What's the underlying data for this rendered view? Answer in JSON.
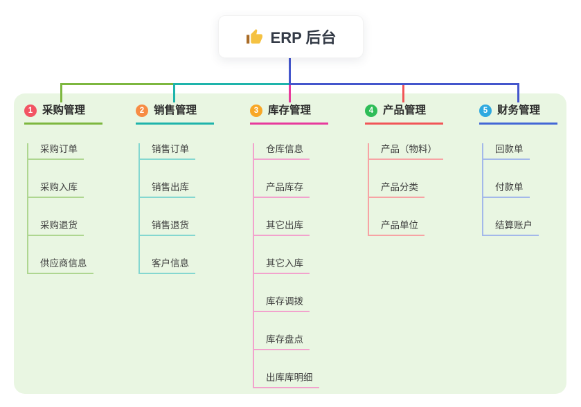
{
  "root": {
    "label": "ERP 后台",
    "icon": "thumbs-up-icon"
  },
  "colors": {
    "canvas_bg": "#ffffff",
    "panel_bg": "#e9f6e2",
    "connector": "#4456cc",
    "root_text": "#333a46",
    "node_text": "#3c3c3c",
    "thumb_hand": "#f5c242",
    "thumb_cuff": "#a96b26"
  },
  "branches": [
    {
      "number": "1",
      "label": "采购管理",
      "badge_color": "#f25463",
      "line_color": "#7db73f",
      "child_line_color": "#aed690",
      "children": [
        "采购订单",
        "采购入库",
        "采购退货",
        "供应商信息"
      ]
    },
    {
      "number": "2",
      "label": "销售管理",
      "badge_color": "#f78c44",
      "line_color": "#1eb4ab",
      "child_line_color": "#84d7d0",
      "children": [
        "销售订单",
        "销售出库",
        "销售退货",
        "客户信息"
      ]
    },
    {
      "number": "3",
      "label": "库存管理",
      "badge_color": "#f8a727",
      "line_color": "#e73a9c",
      "child_line_color": "#f2a2cd",
      "children": [
        "仓库信息",
        "产品库存",
        "其它出库",
        "其它入库",
        "库存调拨",
        "库存盘点",
        "出库库明细"
      ]
    },
    {
      "number": "4",
      "label": "产品管理",
      "badge_color": "#2fbd58",
      "line_color": "#f15557",
      "child_line_color": "#f7a3a4",
      "children": [
        "产品（物料）",
        "产品分类",
        "产品单位"
      ]
    },
    {
      "number": "5",
      "label": "财务管理",
      "badge_color": "#2ea9e0",
      "line_color": "#4367d6",
      "child_line_color": "#a3b8ea",
      "children": [
        "回款单",
        "付款单",
        "结算账户"
      ]
    }
  ]
}
